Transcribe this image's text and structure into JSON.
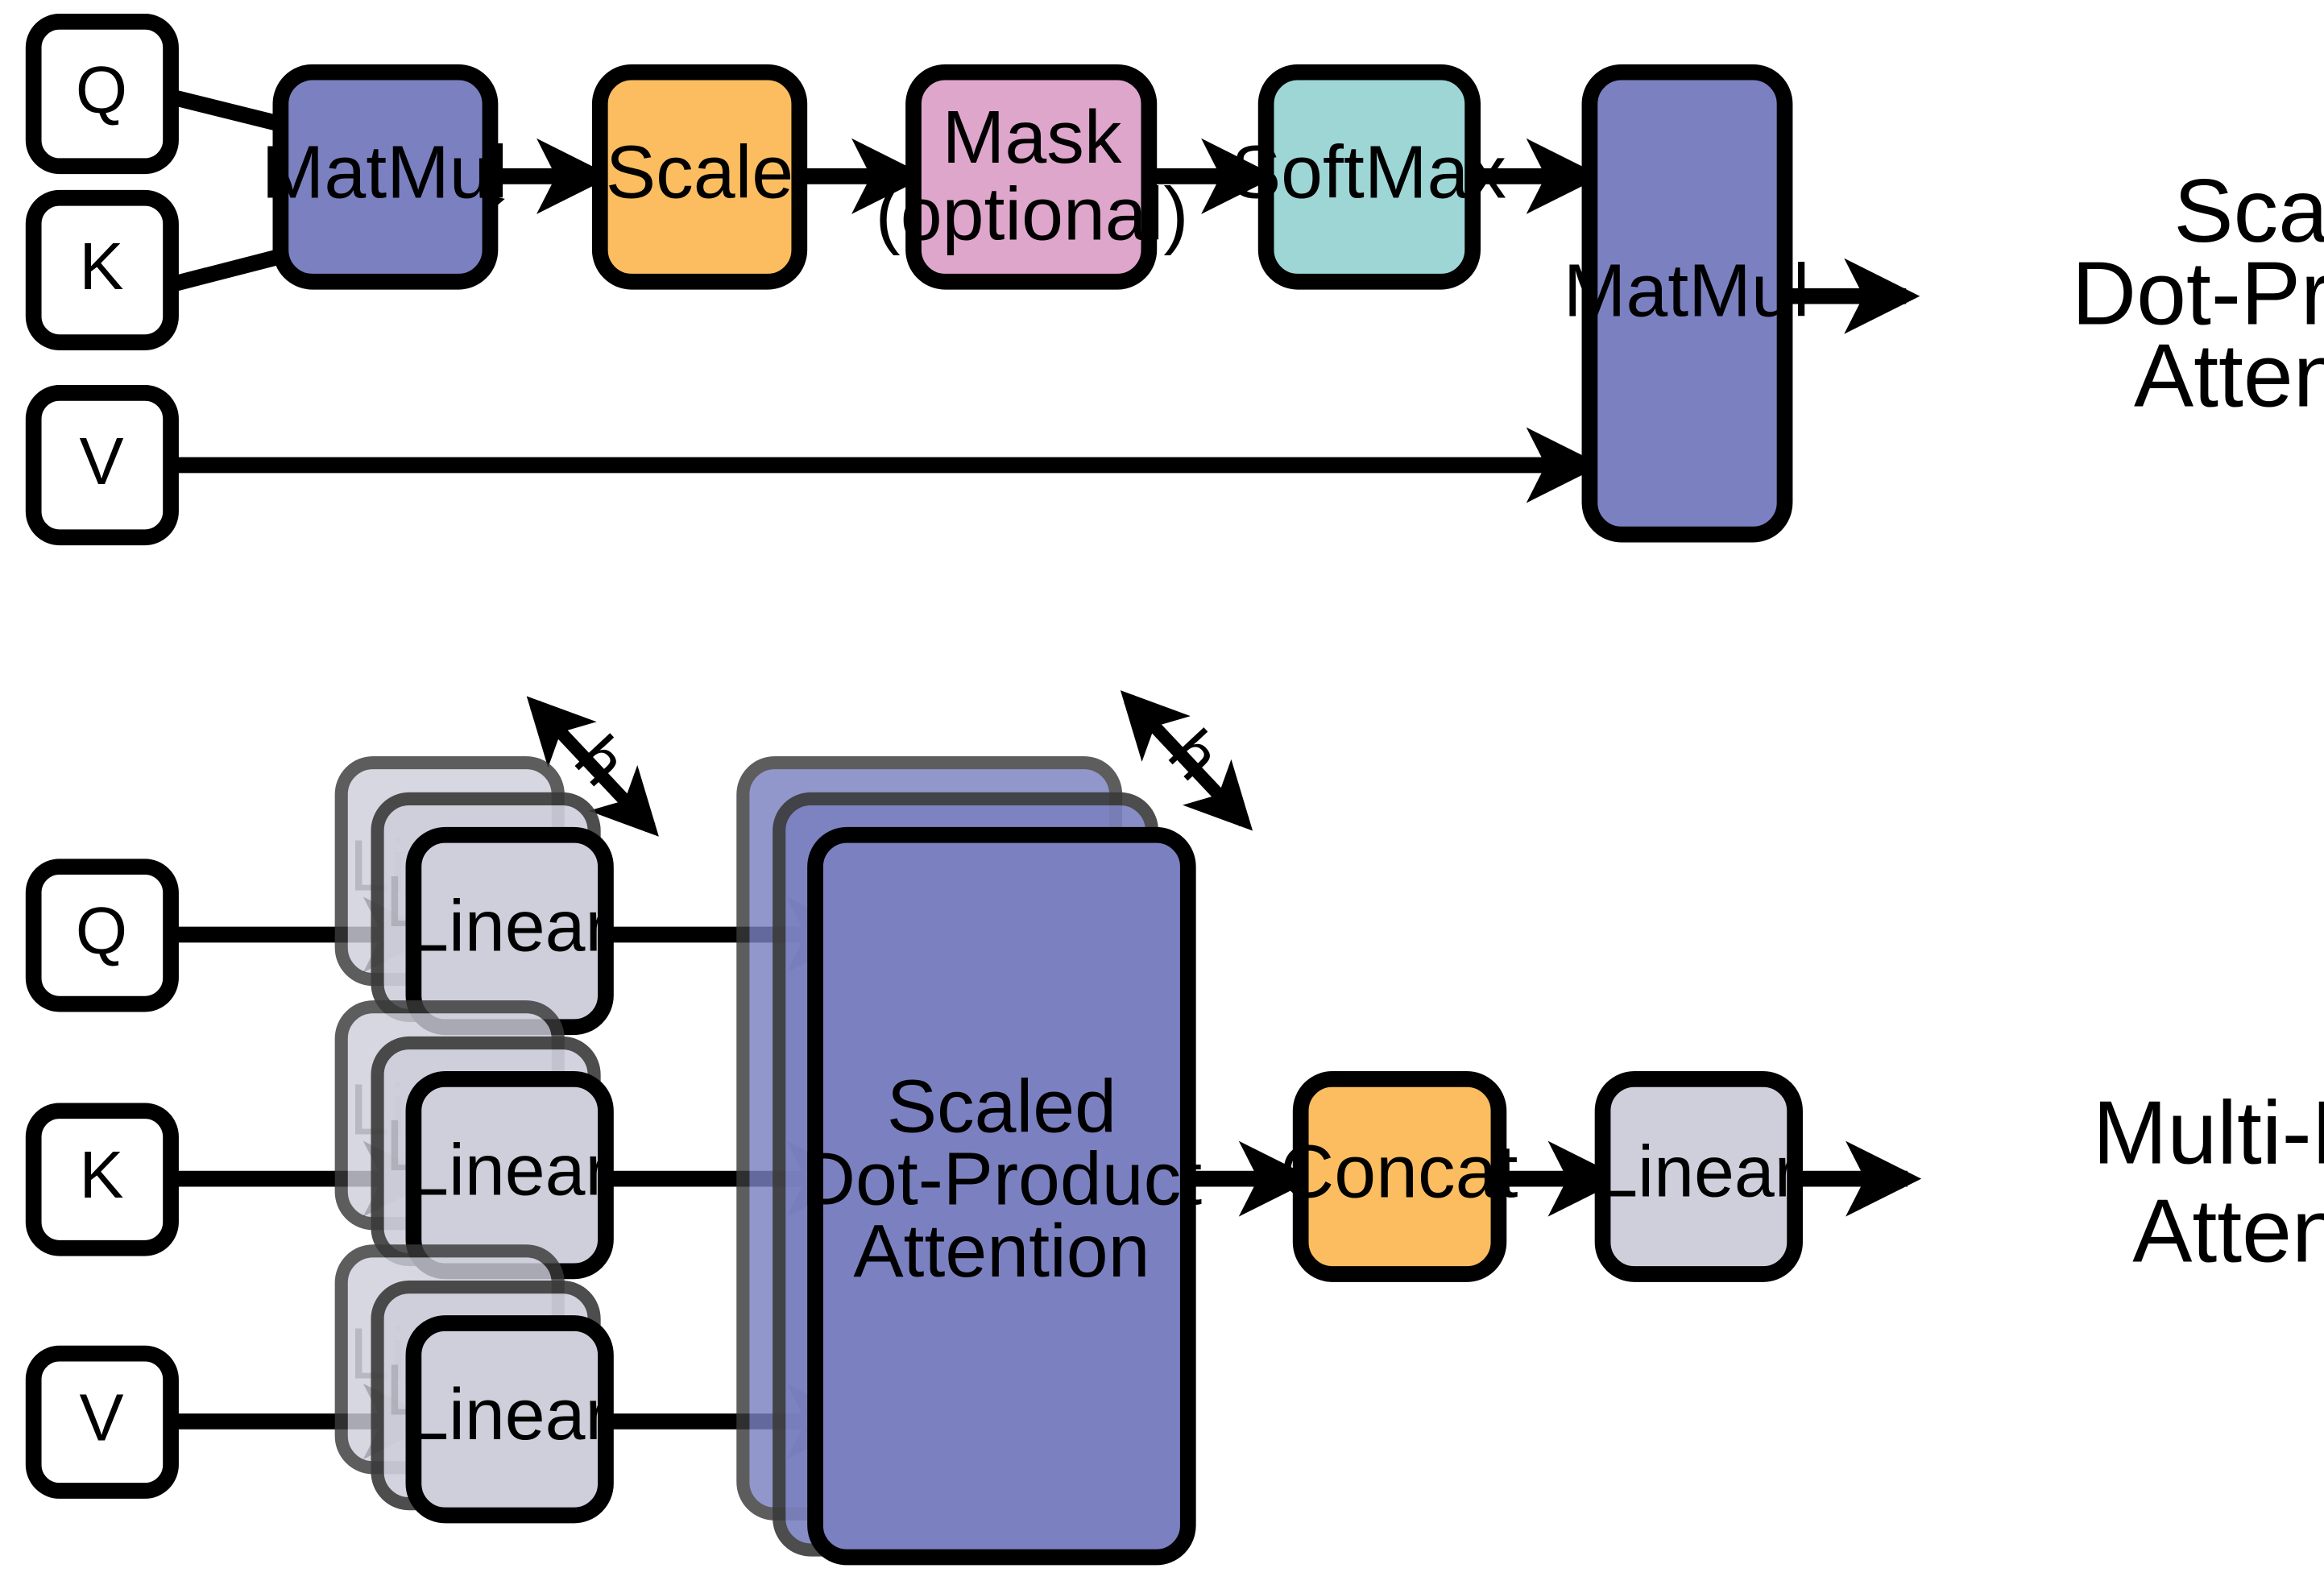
{
  "figure": {
    "panels": [
      {
        "id": "scaled-dot-product-attention",
        "caption_lines": [
          "Scaled",
          "Dot-Product",
          "Attention"
        ],
        "inputs": [
          {
            "id": "q",
            "label": "Q"
          },
          {
            "id": "k",
            "label": "K"
          },
          {
            "id": "v",
            "label": "V"
          }
        ],
        "blocks": [
          {
            "id": "matmul-qk",
            "label": "MatMul",
            "color": "#7B81C0"
          },
          {
            "id": "scale",
            "label": "Scale",
            "color": "#FBBD5F"
          },
          {
            "id": "mask",
            "label": "Mask\n(optional)",
            "line1": "Mask",
            "line2": "(optional)",
            "color": "#DFA6CC"
          },
          {
            "id": "softmax",
            "label": "SoftMax",
            "color": "#9ED6D6"
          },
          {
            "id": "matmul-v",
            "label": "MatMul",
            "color": "#7B81C0"
          }
        ],
        "edges": [
          {
            "from": "q",
            "to": "matmul-qk"
          },
          {
            "from": "k",
            "to": "matmul-qk"
          },
          {
            "from": "matmul-qk",
            "to": "scale"
          },
          {
            "from": "scale",
            "to": "mask"
          },
          {
            "from": "mask",
            "to": "softmax"
          },
          {
            "from": "softmax",
            "to": "matmul-v"
          },
          {
            "from": "v",
            "to": "matmul-v"
          },
          {
            "from": "matmul-v",
            "to": "output"
          }
        ]
      },
      {
        "id": "multi-head-attention",
        "caption_lines": [
          "Multi-Head",
          "Attention"
        ],
        "inputs": [
          {
            "id": "q",
            "label": "Q"
          },
          {
            "id": "k",
            "label": "K"
          },
          {
            "id": "v",
            "label": "V"
          }
        ],
        "blocks": [
          {
            "id": "linear-q",
            "label": "Linear",
            "color": "#CFCFDC",
            "stacked": true,
            "stack_count": 3
          },
          {
            "id": "linear-k",
            "label": "Linear",
            "color": "#CFCFDC",
            "stacked": true,
            "stack_count": 3
          },
          {
            "id": "linear-v",
            "label": "Linear",
            "color": "#CFCFDC",
            "stacked": true,
            "stack_count": 3
          },
          {
            "id": "sdpa",
            "label": "Scaled\nDot-Product\nAttention",
            "line1": "Scaled",
            "line2": "Dot-Product",
            "line3": "Attention",
            "color": "#7B81C0",
            "stacked": true,
            "stack_count": 3
          },
          {
            "id": "concat",
            "label": "Concat",
            "color": "#FBBD5F"
          },
          {
            "id": "linear-out",
            "label": "Linear",
            "color": "#CFCFDC"
          }
        ],
        "annotations": [
          {
            "id": "h-left",
            "label": "h"
          },
          {
            "id": "h-right",
            "label": "h"
          }
        ],
        "edges": [
          {
            "from": "q",
            "to": "linear-q"
          },
          {
            "from": "k",
            "to": "linear-k"
          },
          {
            "from": "v",
            "to": "linear-v"
          },
          {
            "from": "linear-q",
            "to": "sdpa"
          },
          {
            "from": "linear-k",
            "to": "sdpa"
          },
          {
            "from": "linear-v",
            "to": "sdpa"
          },
          {
            "from": "sdpa",
            "to": "concat"
          },
          {
            "from": "concat",
            "to": "linear-out"
          },
          {
            "from": "linear-out",
            "to": "output"
          }
        ]
      }
    ]
  },
  "colors": {
    "purple": "#7B81C0",
    "orange": "#FBBD5F",
    "pink": "#DFA6CC",
    "teal": "#9ED6D6",
    "grey": "#CFCFDC",
    "ghost_grey": "#CFCFDC",
    "white": "#FFFFFF",
    "stroke": "#000000",
    "ghost_stroke": "#3A3A3A"
  }
}
